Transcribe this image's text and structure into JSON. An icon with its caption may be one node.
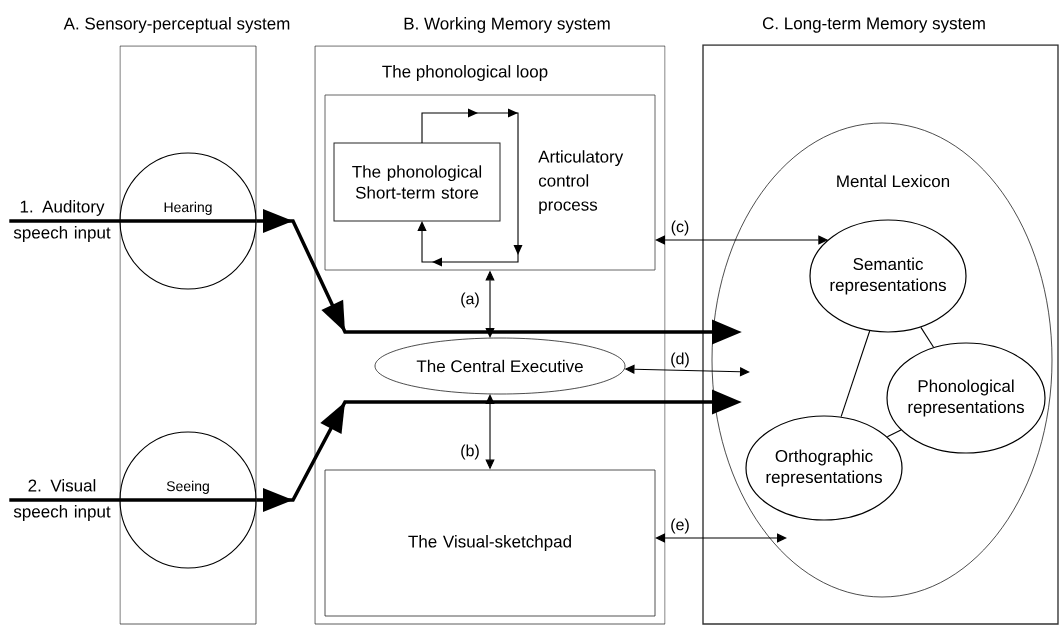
{
  "diagram": {
    "nodes": [
      {
        "text": [
          "A. Sensory-perceptual system"
        ]
      },
      {
        "text": [
          "Hearing"
        ],
        "in": 0
      },
      {
        "text": [
          "Seeing"
        ],
        "in": 0
      },
      {
        "text": [
          "B. Working Memory system"
        ]
      },
      {
        "text": [
          "The phonological loop"
        ],
        "in": 3
      },
      {
        "text": [
          "The phonological Short-term store"
        ],
        "in": 4
      },
      {
        "text": [
          "The Central Executive"
        ],
        "in": 3
      },
      {
        "text": [
          "The Visual-sketchpad"
        ],
        "in": 3
      },
      {
        "text": [
          "C. Long-term Memory system"
        ]
      },
      {
        "text": [
          "Mental Lexicon"
        ],
        "in": 8
      },
      {
        "text": [
          "Semantic representations"
        ],
        "in": 9
      },
      {
        "text": [
          "Phonological representations"
        ],
        "in": 9
      },
      {
        "text": [
          "Orthographic representations"
        ],
        "in": 9
      },
      {
        "text": [
          "1. Auditory speech input"
        ]
      },
      {
        "text": [
          "2. Visual speech input"
        ]
      }
    ],
    "edges": [
      {
        "from": 13,
        "to": 1,
        "arrow": "none",
        "style": "thick"
      },
      {
        "from": 1,
        "to": 9,
        "arrow": "to",
        "style": "thick"
      },
      {
        "from": 14,
        "to": 2,
        "arrow": "none",
        "style": "thick"
      },
      {
        "from": 2,
        "to": 9,
        "arrow": "to",
        "style": "thick"
      },
      {
        "from": 5,
        "to": 5,
        "arrow": "to"
      },
      {
        "from": 4,
        "to": 6,
        "arrow": "both",
        "label": "(a)"
      },
      {
        "from": 6,
        "to": 7,
        "arrow": "both",
        "label": "(b)"
      },
      {
        "from": 4,
        "to": 10,
        "arrow": "both",
        "label": "(c)"
      },
      {
        "from": 6,
        "to": 9,
        "arrow": "both",
        "label": "(d)"
      },
      {
        "from": 7,
        "to": 9,
        "arrow": "both",
        "label": "(e)"
      },
      {
        "from": 10,
        "to": 11,
        "arrow": "none"
      },
      {
        "from": 10,
        "to": 12,
        "arrow": "none"
      },
      {
        "from": 12,
        "to": 11,
        "arrow": "none"
      }
    ],
    "labels": [
      "Articulatory control process"
    ]
  }
}
